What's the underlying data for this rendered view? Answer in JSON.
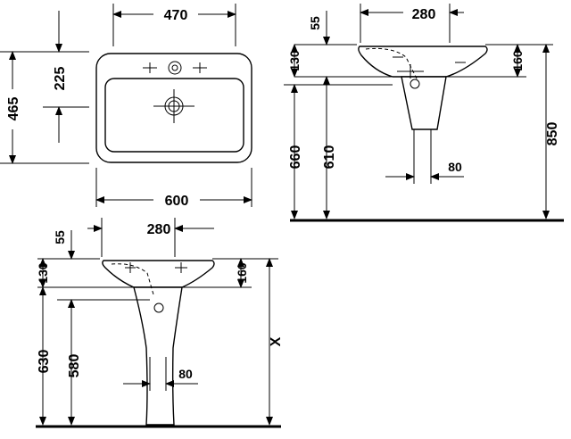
{
  "top_view": {
    "width_top": "470",
    "height_total": "465",
    "height_offset": "225",
    "width_bottom": "600"
  },
  "side_view_upper": {
    "width_top": "280",
    "offset_top": "55",
    "bowl_height": "130",
    "bowl_depth": "160",
    "rim_to_floor": "850",
    "base_height": "660",
    "drain_height": "610",
    "drain_offset": "80"
  },
  "side_view_lower": {
    "width_top": "280",
    "offset_top": "55",
    "bowl_height": "130",
    "bowl_depth": "160",
    "variable_label": "X",
    "base_height": "630",
    "drain_height": "580",
    "drain_offset": "80"
  }
}
